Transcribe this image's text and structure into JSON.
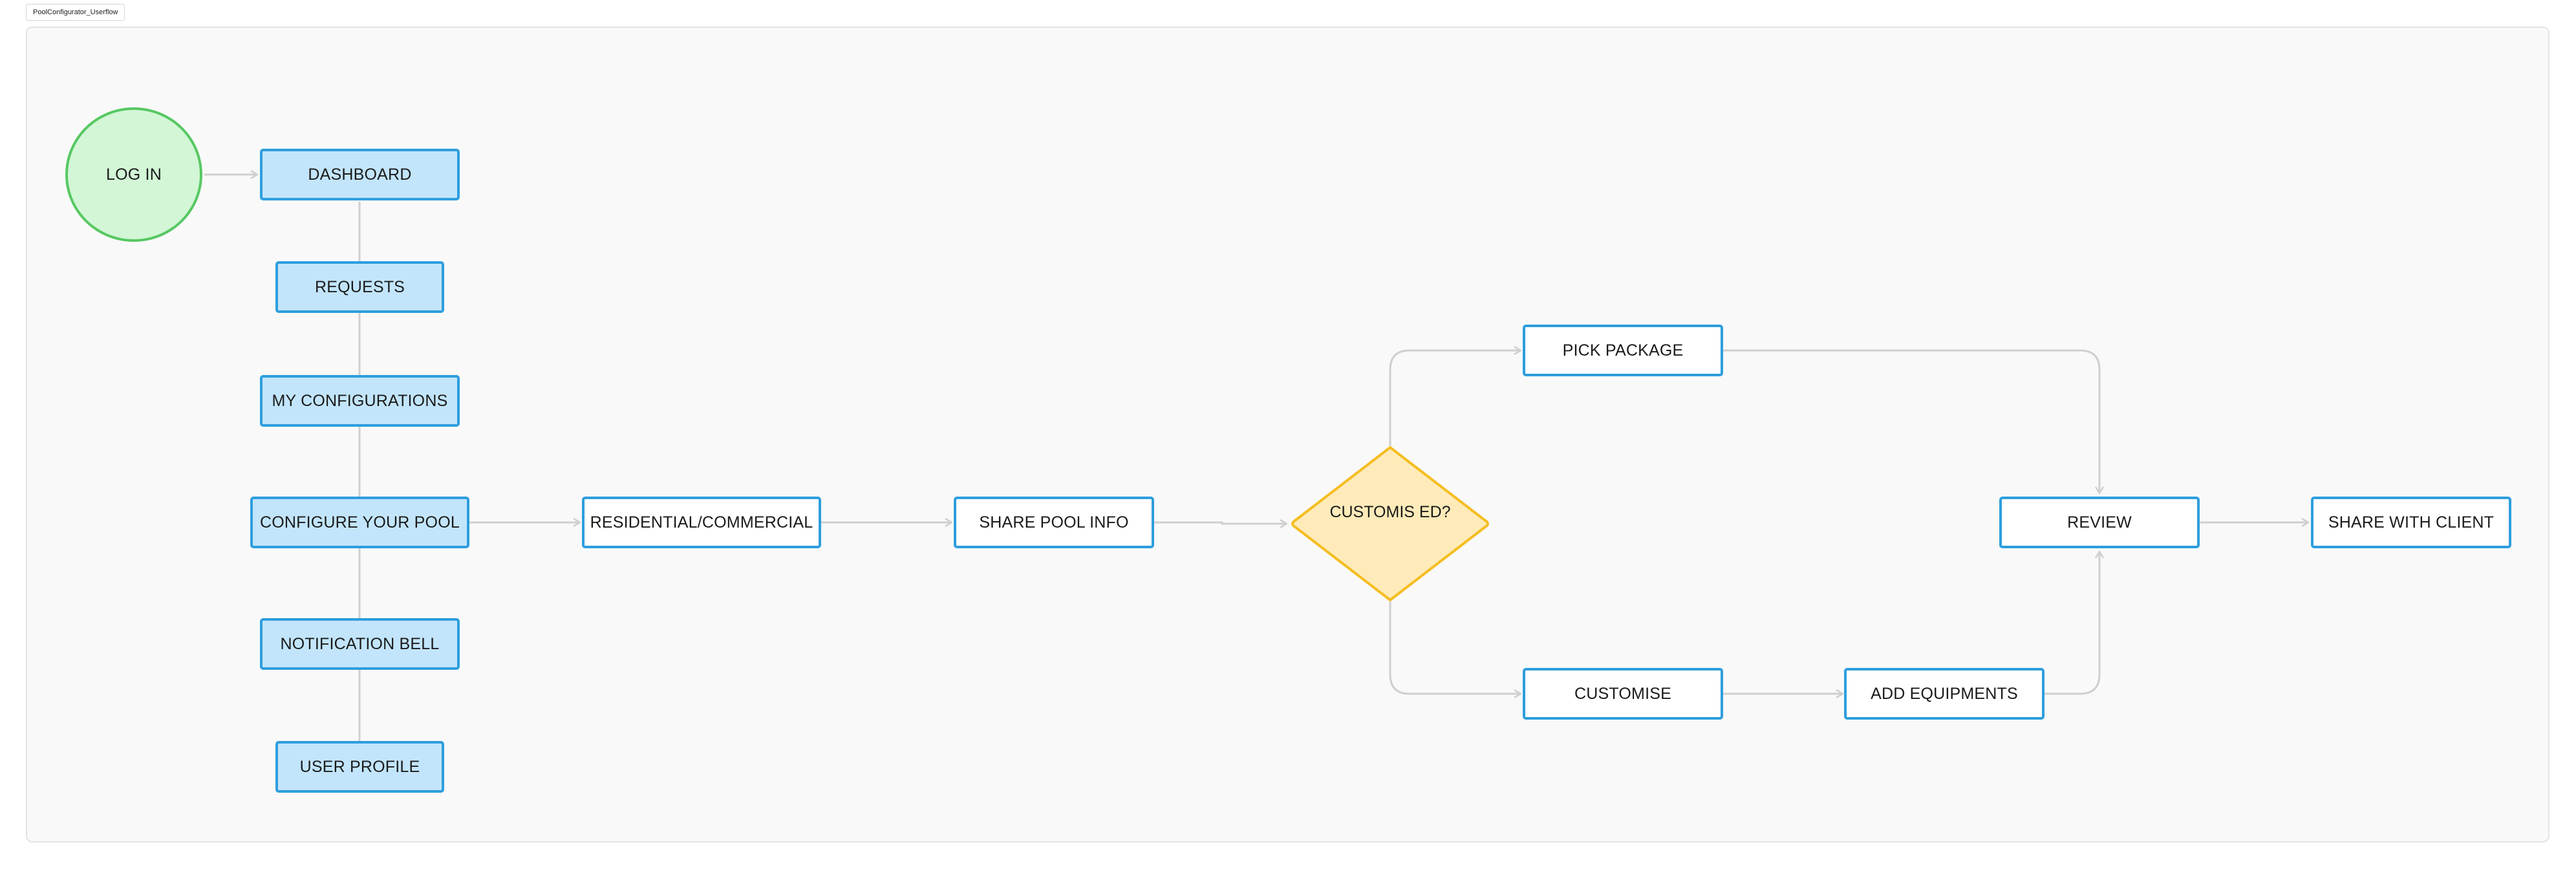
{
  "frame": {
    "title": "PoolConfigurator_Userflow"
  },
  "nodes": {
    "login": "LOG IN",
    "dashboard": "DASHBOARD",
    "requests": "REQUESTS",
    "my_configurations": "MY CONFIGURATIONS",
    "configure_pool": "CONFIGURE YOUR POOL",
    "notification_bell": "NOTIFICATION BELL",
    "user_profile": "USER PROFILE",
    "residential_commercial": "RESIDENTIAL/COMMERCIAL",
    "share_pool_info": "SHARE POOL INFO",
    "customised_decision": "CUSTOMIS ED?",
    "pick_package": "PICK PACKAGE",
    "customise": "CUSTOMISE",
    "add_equipments": "ADD EQUIPMENTS",
    "review": "REVIEW",
    "share_with_client": "SHARE WITH CLIENT"
  },
  "colors": {
    "menu_fill": "#c2e5fb",
    "node_border": "#2e9ede",
    "start_fill": "#d2f6d6",
    "start_border": "#57c863",
    "decision_fill": "#feebb9",
    "decision_border": "#f5bd22",
    "connector": "#cfcfcf"
  }
}
